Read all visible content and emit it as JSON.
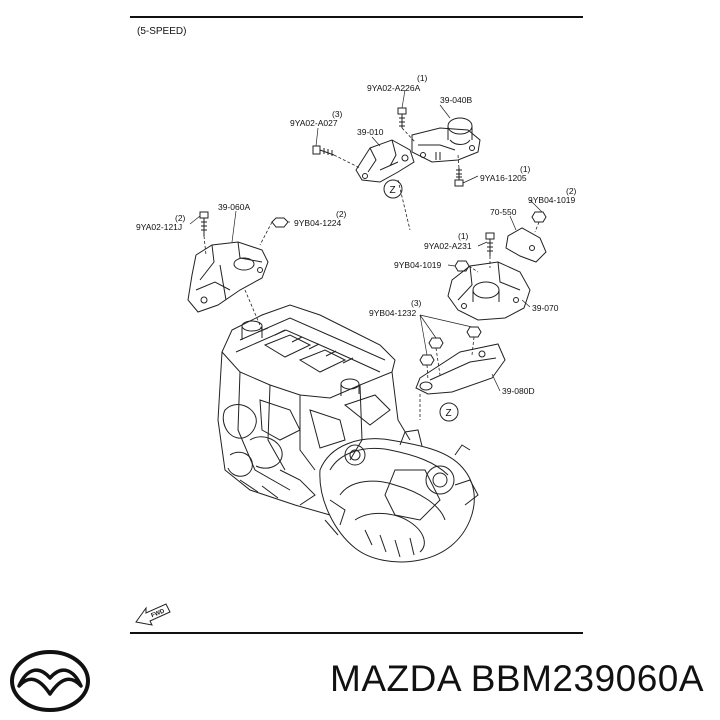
{
  "diagram": {
    "heading": "(5-SPEED)",
    "callouts": {
      "a226a_qty": "(1)",
      "a226a": "9YA02-A226A",
      "b040": "39-040B",
      "a027_qty": "(3)",
      "a027": "9YA02-A027",
      "p010": "39-010",
      "y1205_qty": "(1)",
      "y1205": "9YA16-1205",
      "p060a": "39-060A",
      "p121j_qty": "(2)",
      "p121j": "9YA02-121J",
      "p1224_qty": "(2)",
      "p1224": "9YB04-1224",
      "p1019a_qty": "(2)",
      "p1019a": "9YB04-1019",
      "p550": "70-550",
      "p231_qty": "(1)",
      "p231": "9YA02-A231",
      "p1019b": "9YB04-1019",
      "p070": "39-070",
      "p1232_qty": "(3)",
      "p1232": "9YB04-1232",
      "p080d": "39-080D",
      "z1": "Z",
      "z2": "Z",
      "fwd": "FWD"
    }
  },
  "brand": {
    "logo_icon": "mazda-logo-icon",
    "caption": "MAZDA BBM239060A"
  }
}
